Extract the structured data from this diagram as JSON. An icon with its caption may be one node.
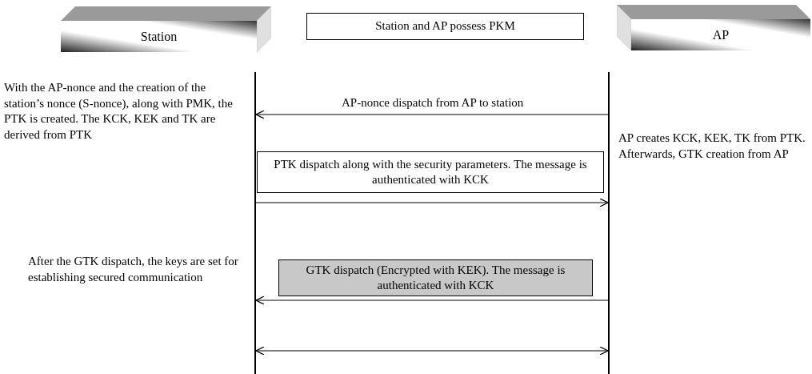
{
  "diagram": {
    "nodes": [
      {
        "text": [
          "Station"
        ]
      },
      {
        "text": [
          "Station and AP possess PKM"
        ]
      },
      {
        "text": [
          "AP"
        ]
      },
      {
        "text": [],
        "shape": "bar"
      },
      {
        "text": [],
        "shape": "bar"
      },
      {
        "text": [
          "PTK dispatch along with the security parameters. The message is authenticated with KCK"
        ]
      },
      {
        "text": [
          "GTK dispatch (Encrypted with KEK). The message is authenticated with KCK"
        ]
      }
    ],
    "edges": [
      {
        "from": 4,
        "to": 3,
        "arrow": "to",
        "label": "AP-nonce dispatch from AP to station"
      },
      {
        "from": 3,
        "to": 4,
        "arrow": "to"
      },
      {
        "from": 4,
        "to": 3,
        "arrow": "to"
      },
      {
        "from": 3,
        "to": 4,
        "arrow": "both"
      }
    ],
    "labels": [
      "With the AP-nonce and the creation of the station’s nonce (S-nonce), along with PMK, the PTK is created. The KCK, KEK and TK are derived from PTK",
      "AP creates KCK, KEK, TK from PTK. Afterwards, GTK creation from AP",
      "After the GTK dispatch, the keys are set for establishing secured communication"
    ]
  }
}
